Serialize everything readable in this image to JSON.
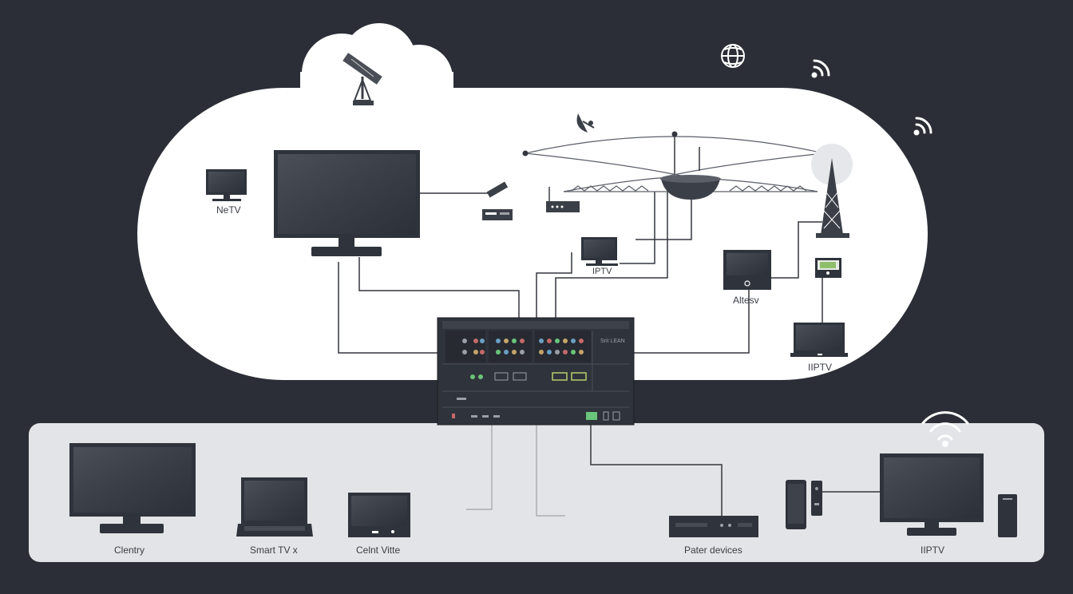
{
  "labels": {
    "top_left_monitor": "NeTV",
    "center_small_monitor": "IPTV",
    "right_box": "Altesv",
    "right_laptop": "IIPTV",
    "bottom_tv": "Clentry",
    "bottom_laptop": "Smart TV x",
    "bottom_box": "Celnt Vitte",
    "bottom_router": "Pater devices",
    "bottom_right_tv": "IIPTV"
  },
  "hub": {
    "panel_label": "Srit LEAN"
  },
  "colors": {
    "background": "#2b2e36",
    "cloud_fill": "#ffffff",
    "panel_fill": "#e2e4e7",
    "device_dark": "#2f333b",
    "screen": "#3d424b",
    "line": "#34373e"
  }
}
